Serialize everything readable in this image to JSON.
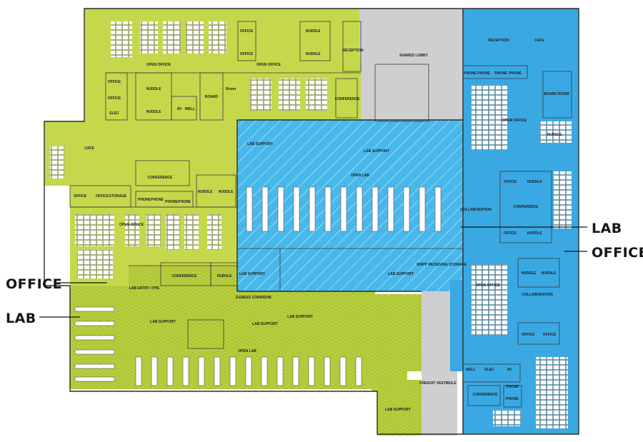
{
  "colors": {
    "office_green": "#c5d84b",
    "lab_green": "#b6cc3c",
    "office_blue": "#3aa9e3",
    "lab_blue": "#48b7ea",
    "core_gray": "#cfcfd1"
  },
  "callouts": {
    "office_left": "OFFICE",
    "lab_left": "LAB",
    "lab_right": "LAB",
    "office_right": "OFFICE"
  },
  "rooms": {
    "open_office_top": "OPEN OFFICE",
    "office_1": "OFFICE",
    "office_2": "OFFICE",
    "elec": "ELEC",
    "huddle_1": "HUDDLE",
    "huddle_2": "HUDDLE",
    "av": "AV",
    "well": "WELL",
    "board": "BOARD",
    "room": "Room",
    "office_top_a": "OFFICE",
    "office_top_b": "OFFICE",
    "huddle_top_a": "HUDDLE",
    "huddle_top_b": "HUDDLE",
    "open_office_mid": "OPEN OFFICE",
    "reception_left": "RECEPTION",
    "conference_top": "CONFERENCE",
    "shared_lobby": "SHARED LOBBY",
    "cafe_left": "CAFE",
    "conference_left": "CONFERENCE",
    "phone_1": "PHONE",
    "phone_2": "PHONE",
    "phone_3": "PHONE",
    "phone_4": "PHONE",
    "huddle_v1": "HUDDLE",
    "huddle_v2": "HUDDLE",
    "office_3": "OFFICE",
    "office_4": "OFFICE",
    "storage": "STORAGE",
    "open_office_left": "OPEN OFFICE",
    "conference_mid": "CONFERENCE",
    "huddle_mid": "HUDDLE",
    "lab_entry": "LAB ENTRY / PPE",
    "lab_support_center": "LAB SUPPORT",
    "lab_support_right": "LAB SUPPORT",
    "open_lab_center": "OPEN LAB",
    "collaboration_v": "COLLABORATION",
    "lab_support_a": "LAB SUPPORT",
    "lab_support_b": "LAB SUPPORT",
    "ship_receiving": "SHIPP RECEIVING STORAGE",
    "egress_corridor": "EGRESS CORRIDOR",
    "lab_support_green_a": "LAB SUPPORT",
    "lab_support_green_b": "LAB SUPPORT",
    "lab_support_green_c": "LAB SUPPORT",
    "open_lab_green": "OPEN LAB",
    "freight_vestibule": "FREIGHT VESTIBULE",
    "lab_support_bottom": "LAB SUPPORT",
    "reception_right": "RECEPTION",
    "cafe_right": "CAFE",
    "phone_r1": "PHONE",
    "phone_r2": "PHONE",
    "phone_r3": "PHONE",
    "phone_r4": "PHONE",
    "board_room": "BOARD ROOM",
    "open_office_right_v": "OPEN OFFICE",
    "huddle_right": "HUDDLE",
    "office_r1": "OFFICE",
    "huddle_r1": "HUDDLE",
    "conference_right": "CONFERENCE",
    "office_r2": "OFFICE",
    "huddle_r2": "HUDDLE",
    "open_office_right": "OPEN OFFICE",
    "huddle_r3": "HUDDLE",
    "huddle_r4": "HUDDLE",
    "collaboration_right": "COLLABORATION",
    "office_r3": "OFFICE",
    "office_r4": "OFFICE",
    "well_r": "WELL",
    "elec_r": "ELEC",
    "av_r": "AV",
    "conference_bottom": "CONFERENCE",
    "phone_r5": "PHONE",
    "phone_r6": "PHONE"
  }
}
